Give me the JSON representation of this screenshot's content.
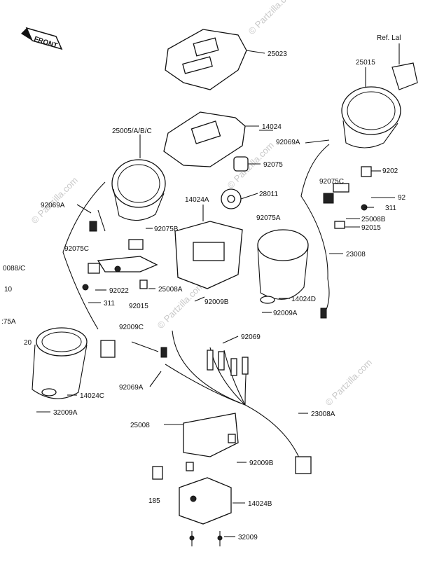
{
  "front_badge": "FRONT",
  "ref_label": "Ref. Lal",
  "watermarks": [
    "© Partzilla.com",
    "© Partzilla.com",
    "© Partzilla.com",
    "© Partzilla.com",
    "© Partzilla.com"
  ],
  "callouts": {
    "c25023": "25023",
    "c25015": "25015",
    "c25005": "25005/A/B/C",
    "c14024": "14024",
    "c92075": "92075",
    "c92069a_top": "92069A",
    "c9202": "9202",
    "c92": "92",
    "c311_r": "311",
    "c28011": "28011",
    "c14024a": "14024A",
    "c92069a_l": "92069A",
    "c92075c_r": "92075C",
    "c25008b": "25008B",
    "c92015_r": "92015",
    "c92075a": "92075A",
    "c92075b": "92075B",
    "c23008": "23008",
    "c92075c_l": "92075C",
    "c0088c": "0088/C",
    "c10": "10",
    "c92022": "92022",
    "c25008a": "25008A",
    "c311_l": "311",
    "c92015_l": "92015",
    "c92009b_mid": "92009B",
    "c14024d": "14024D",
    "c92009a_r": "92009A",
    "c75a": ":75A",
    "c20": "20",
    "c92009c": "92009C",
    "c92069": "92069",
    "c92069a_low": "92069A",
    "c14024c": "14024C",
    "c32009a": "32009A",
    "c23008a": "23008A",
    "c25008": "25008",
    "c92009b_low": "92009B",
    "c185": "185",
    "c14024b": "14024B",
    "c32009": "32009"
  }
}
